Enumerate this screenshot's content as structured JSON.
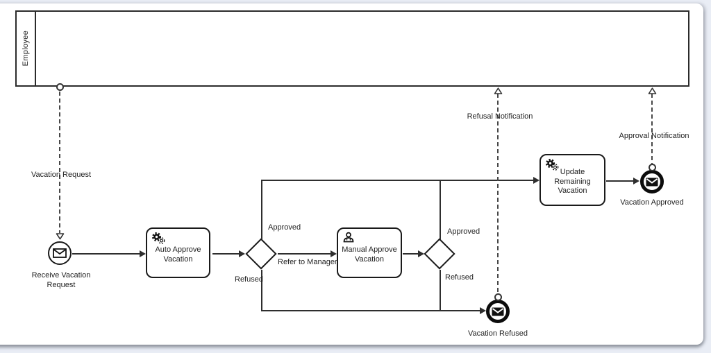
{
  "pool": {
    "label": "Employee"
  },
  "events": {
    "start": {
      "label": "Receive Vacation Request",
      "icon": "envelope-icon"
    },
    "end_approved": {
      "label": "Vacation Approved",
      "icon": "envelope-icon"
    },
    "end_refused": {
      "label": "Vacation Refused",
      "icon": "envelope-icon"
    }
  },
  "tasks": {
    "auto_approve": {
      "label": "Auto Approve Vacation",
      "type": "service",
      "icon": "gears-icon"
    },
    "manual_approve": {
      "label": "Manual Approve Vacation",
      "type": "user",
      "icon": "person-icon"
    },
    "update_remaining": {
      "label": "Update Remaining Vacation",
      "type": "service",
      "icon": "gears-icon"
    }
  },
  "gateways": {
    "auto_decision": {
      "approved_label": "Approved",
      "refused_label": "Refused",
      "refer_label": "Refer to Manager"
    },
    "manual_decision": {
      "approved_label": "Approved",
      "refused_label": "Refused"
    }
  },
  "message_flows": {
    "vacation_request": "Vacation Request",
    "refusal_notification": "Refusal Notification",
    "approval_notification": "Approval Notification"
  },
  "colors": {
    "line": "#2e2e2e",
    "shape_fill": "#ffffff",
    "canvas": "#e9edf5"
  }
}
